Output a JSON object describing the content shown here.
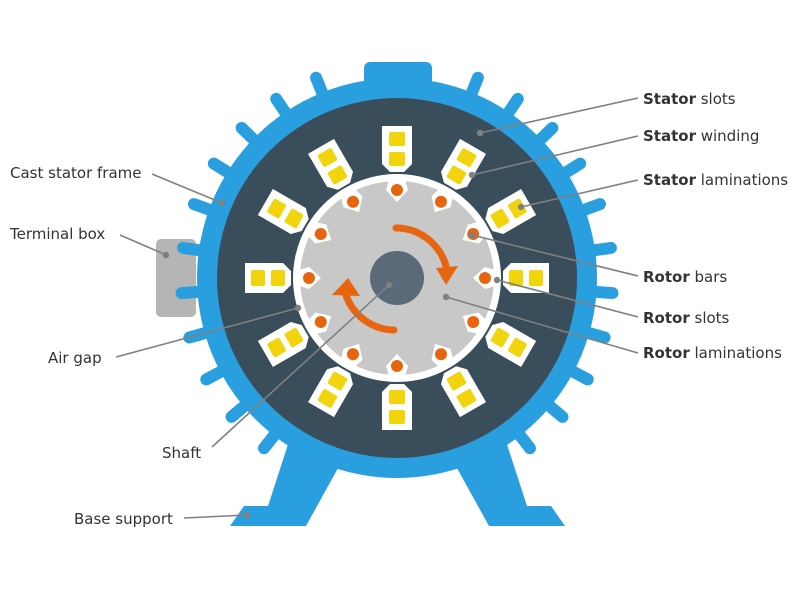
{
  "colors": {
    "frame": "#2a9fe0",
    "stator_core": "#3a4d5a",
    "rotor": "#c8c8c8",
    "shaft": "#5a6a78",
    "winding": "#f2d40c",
    "rotor_bar": "#e8650f",
    "rotation_arrow": "#e8650f",
    "terminal_box": "#b5b5b5",
    "leader_line": "#808080",
    "label_text": "#333333"
  },
  "icons": {
    "rotation": "curved-arrow"
  },
  "counts": {
    "stator_slots": 12,
    "rotor_bars": 12
  },
  "labels": {
    "cast_stator_frame": "Cast stator frame",
    "terminal_box": "Terminal box",
    "air_gap": "Air gap",
    "shaft": "Shaft",
    "base_support": "Base support",
    "stator_slots": {
      "bold": "Stator",
      "rest": " slots"
    },
    "stator_winding": {
      "bold": "Stator",
      "rest": " winding"
    },
    "stator_laminations": {
      "bold": "Stator",
      "rest": " laminations"
    },
    "rotor_bars": {
      "bold": "Rotor",
      "rest": " bars"
    },
    "rotor_slots": {
      "bold": "Rotor",
      "rest": " slots"
    },
    "rotor_laminations": {
      "bold": "Rotor",
      "rest": " laminations"
    }
  }
}
